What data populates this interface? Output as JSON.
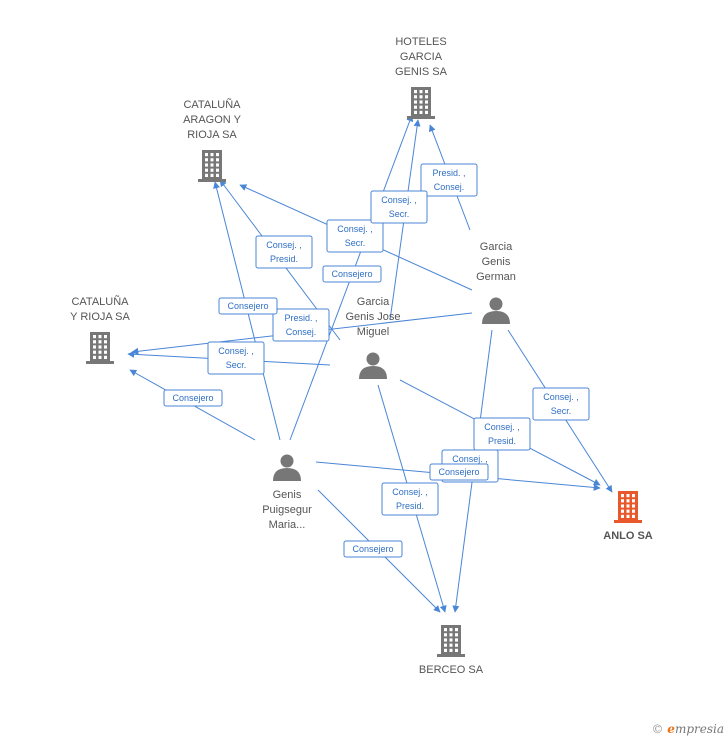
{
  "colors": {
    "edge": "#4a86d6",
    "company": "#777777",
    "main_company": "#e8582a",
    "person": "#777777"
  },
  "nodes": [
    {
      "id": "hoteles",
      "type": "company",
      "label": [
        "HOTELES",
        "GARCIA",
        "GENIS SA"
      ]
    },
    {
      "id": "aragon",
      "type": "company",
      "label": [
        "CATALUÑA",
        "ARAGON Y",
        "RIOJA SA"
      ]
    },
    {
      "id": "rioja",
      "type": "company",
      "label": [
        "CATALUÑA",
        "Y RIOJA SA"
      ]
    },
    {
      "id": "anlo",
      "type": "main_company",
      "label": [
        "ANLO SA"
      ]
    },
    {
      "id": "berceo",
      "type": "company",
      "label": [
        "BERCEO SA"
      ]
    },
    {
      "id": "german",
      "type": "person",
      "label": [
        "Garcia",
        "Genis",
        "German"
      ]
    },
    {
      "id": "miguel",
      "type": "person",
      "label": [
        "Garcia",
        "Genis Jose",
        "Miguel"
      ]
    },
    {
      "id": "maria",
      "type": "person",
      "label": [
        "Genis",
        "Puigsegur",
        "Maria..."
      ]
    }
  ],
  "edges": [
    {
      "from": "german",
      "to": "hoteles",
      "label": [
        "Presid. ,",
        "Consej."
      ]
    },
    {
      "from": "german",
      "to": "aragon",
      "label": [
        "Consej. ,",
        "Secr."
      ]
    },
    {
      "from": "german",
      "to": "rioja",
      "label": [
        "Presid. ,",
        "Consej."
      ]
    },
    {
      "from": "german",
      "to": "anlo",
      "label": [
        "Consej. ,",
        "Secr."
      ]
    },
    {
      "from": "german",
      "to": "berceo",
      "label": [
        "Consej. ,",
        "Presid."
      ]
    },
    {
      "from": "miguel",
      "to": "hoteles",
      "label": [
        "Consej. ,",
        "Secr."
      ]
    },
    {
      "from": "miguel",
      "to": "aragon",
      "label": [
        "Consej. ,",
        "Presid."
      ]
    },
    {
      "from": "miguel",
      "to": "rioja",
      "label": [
        "Consej. ,",
        "Secr."
      ]
    },
    {
      "from": "miguel",
      "to": "anlo",
      "label": [
        "Consej. ,",
        "Secr."
      ]
    },
    {
      "from": "miguel",
      "to": "berceo",
      "label": [
        "Consej. ,",
        "Presid."
      ]
    },
    {
      "from": "maria",
      "to": "hoteles",
      "label": [
        "Consejero"
      ]
    },
    {
      "from": "maria",
      "to": "aragon",
      "label": [
        "Consejero"
      ]
    },
    {
      "from": "maria",
      "to": "rioja",
      "label": [
        "Consejero"
      ]
    },
    {
      "from": "maria",
      "to": "anlo",
      "label": [
        "Consejero"
      ]
    },
    {
      "from": "maria",
      "to": "berceo",
      "label": [
        "Consejero"
      ]
    }
  ],
  "footer": {
    "copyright": "©",
    "brand_initial": "e",
    "brand_rest": "mpresia"
  }
}
